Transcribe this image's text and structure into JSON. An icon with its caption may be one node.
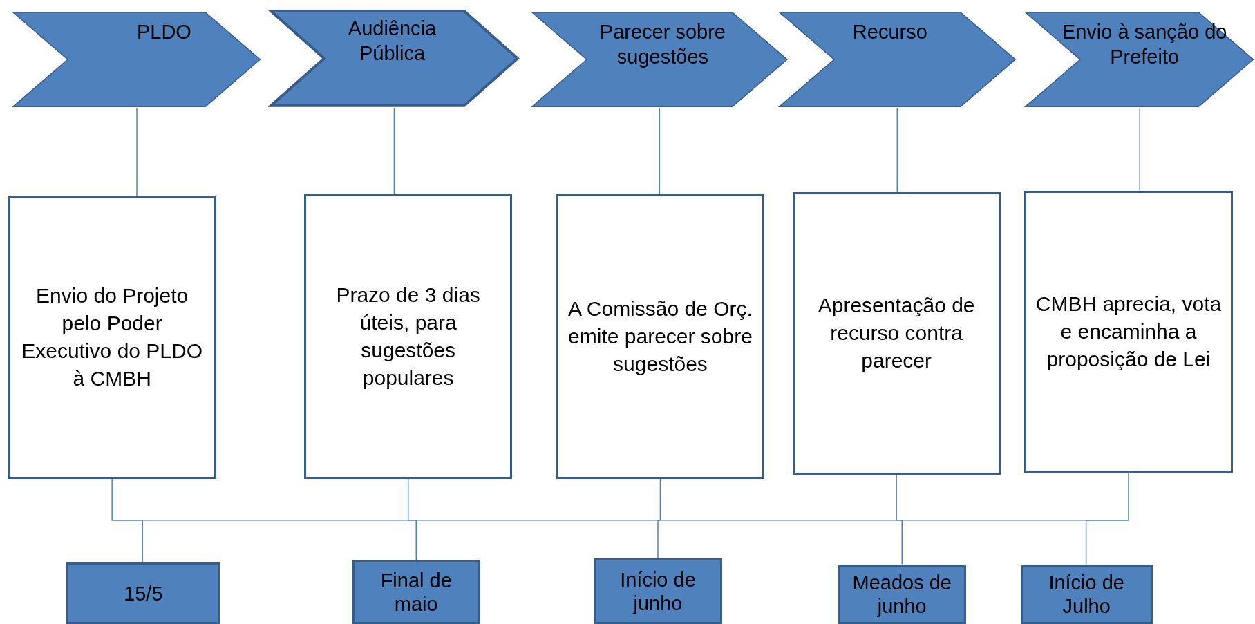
{
  "diagram": {
    "nodes": [
      {
        "text": [
          "PLDO"
        ]
      },
      {
        "text": [
          "Audiência Pública"
        ]
      },
      {
        "text": [
          "Parecer sobre sugestões"
        ]
      },
      {
        "text": [
          "Recurso"
        ]
      },
      {
        "text": [
          "Envio à sanção do Prefeito"
        ]
      },
      {
        "text": [
          "Envio do Projeto pelo Poder Executivo do PLDO à CMBH"
        ]
      },
      {
        "text": [
          "Prazo de 3 dias úteis, para sugestões populares"
        ]
      },
      {
        "text": [
          "A Comissão de Orç. emite parecer sobre sugestões"
        ]
      },
      {
        "text": [
          "Apresentação de recurso contra parecer"
        ]
      },
      {
        "text": [
          "CMBH aprecia, vota e encaminha a proposição de Lei"
        ]
      },
      {
        "text": [
          "15/5"
        ]
      },
      {
        "text": [
          "Final de maio"
        ]
      },
      {
        "text": [
          "Início de junho"
        ]
      },
      {
        "text": [
          "Meados de junho"
        ]
      },
      {
        "text": [
          "Início de Julho"
        ]
      }
    ],
    "edges": [
      {
        "from": 0,
        "to": 5,
        "arrow": "none"
      },
      {
        "from": 1,
        "to": 6,
        "arrow": "none"
      },
      {
        "from": 2,
        "to": 7,
        "arrow": "none"
      },
      {
        "from": 3,
        "to": 8,
        "arrow": "none"
      },
      {
        "from": 4,
        "to": 9,
        "arrow": "none"
      },
      {
        "from": 5,
        "to": 10,
        "arrow": "none"
      },
      {
        "from": 6,
        "to": 11,
        "arrow": "none"
      },
      {
        "from": 7,
        "to": 12,
        "arrow": "none"
      },
      {
        "from": 8,
        "to": 13,
        "arrow": "none"
      },
      {
        "from": 9,
        "to": 14,
        "arrow": "none"
      }
    ]
  }
}
